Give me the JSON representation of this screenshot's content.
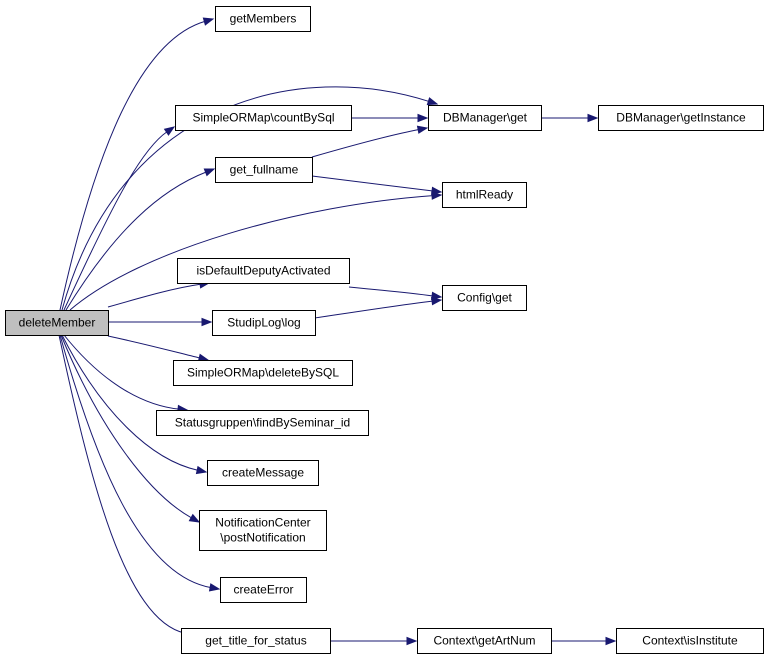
{
  "colors": {
    "root_fill": "#bfbfbf",
    "node_fill": "#ffffff",
    "border": "#000000",
    "edge": "#191970"
  },
  "nodes": [
    {
      "id": "deleteMember",
      "lines": [
        "deleteMember"
      ],
      "root": true
    },
    {
      "id": "getMembers",
      "lines": [
        "getMembers"
      ]
    },
    {
      "id": "countBySql",
      "lines": [
        "SimpleORMap\\countBySql"
      ]
    },
    {
      "id": "dbget",
      "lines": [
        "DBManager\\get"
      ]
    },
    {
      "id": "getInstance",
      "lines": [
        "DBManager\\getInstance"
      ]
    },
    {
      "id": "get_fullname",
      "lines": [
        "get_fullname"
      ]
    },
    {
      "id": "htmlReady",
      "lines": [
        "htmlReady"
      ]
    },
    {
      "id": "isDefaultDeputyActivated",
      "lines": [
        "isDefaultDeputyActivated"
      ]
    },
    {
      "id": "configget",
      "lines": [
        "Config\\get"
      ]
    },
    {
      "id": "studiplog",
      "lines": [
        "StudipLog\\log"
      ]
    },
    {
      "id": "deleteBySQL",
      "lines": [
        "SimpleORMap\\deleteBySQL"
      ]
    },
    {
      "id": "findBySeminar",
      "lines": [
        "Statusgruppen\\findBySeminar_id"
      ]
    },
    {
      "id": "createMessage",
      "lines": [
        "createMessage"
      ]
    },
    {
      "id": "postNotification",
      "lines": [
        "NotificationCenter",
        "\\postNotification"
      ]
    },
    {
      "id": "createError",
      "lines": [
        "createError"
      ]
    },
    {
      "id": "getTitleForStatus",
      "lines": [
        "get_title_for_status"
      ]
    },
    {
      "id": "getArtNum",
      "lines": [
        "Context\\getArtNum"
      ]
    },
    {
      "id": "isInstitute",
      "lines": [
        "Context\\isInstitute"
      ]
    }
  ],
  "edges": [
    {
      "from": "deleteMember",
      "to": "getMembers"
    },
    {
      "from": "deleteMember",
      "to": "dbget"
    },
    {
      "from": "deleteMember",
      "to": "countBySql"
    },
    {
      "from": "deleteMember",
      "to": "get_fullname"
    },
    {
      "from": "deleteMember",
      "to": "htmlReady"
    },
    {
      "from": "deleteMember",
      "to": "isDefaultDeputyActivated"
    },
    {
      "from": "deleteMember",
      "to": "studiplog"
    },
    {
      "from": "deleteMember",
      "to": "deleteBySQL"
    },
    {
      "from": "deleteMember",
      "to": "findBySeminar"
    },
    {
      "from": "deleteMember",
      "to": "createMessage"
    },
    {
      "from": "deleteMember",
      "to": "postNotification"
    },
    {
      "from": "deleteMember",
      "to": "createError"
    },
    {
      "from": "deleteMember",
      "to": "getTitleForStatus"
    },
    {
      "from": "countBySql",
      "to": "dbget"
    },
    {
      "from": "dbget",
      "to": "getInstance"
    },
    {
      "from": "get_fullname",
      "to": "dbget"
    },
    {
      "from": "get_fullname",
      "to": "htmlReady"
    },
    {
      "from": "isDefaultDeputyActivated",
      "to": "configget"
    },
    {
      "from": "studiplog",
      "to": "configget"
    },
    {
      "from": "getTitleForStatus",
      "to": "getArtNum"
    },
    {
      "from": "getArtNum",
      "to": "isInstitute"
    }
  ]
}
